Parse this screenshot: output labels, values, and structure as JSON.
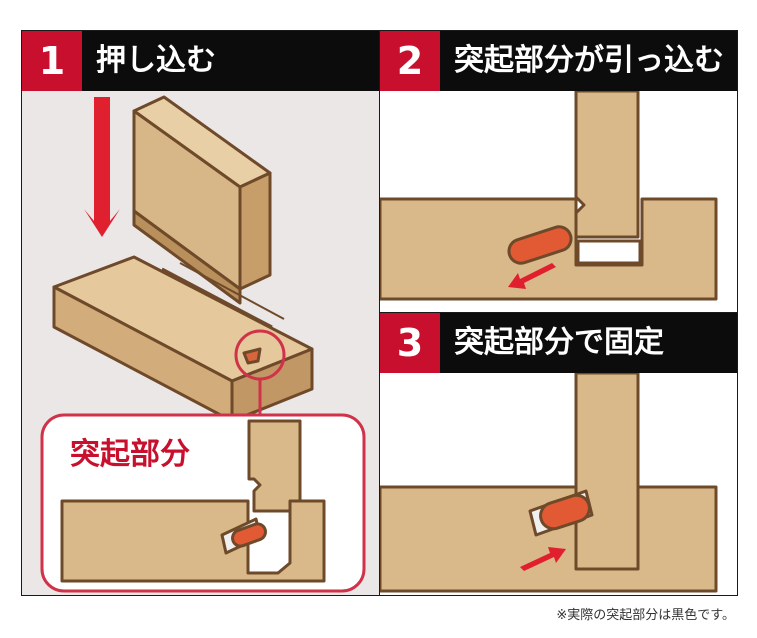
{
  "steps": [
    {
      "number": "1",
      "title": "押し込む"
    },
    {
      "number": "2",
      "title": "突起部分が引っ込む"
    },
    {
      "number": "3",
      "title": "突起部分で固定"
    }
  ],
  "callout": {
    "label": "突起部分"
  },
  "footnote": "※実際の突起部分は黒色です。",
  "colors": {
    "header": "#0c0c0c",
    "accent_red": "#c8102e",
    "wood": "#d9b98a",
    "outline": "#6e4a2a",
    "panel1_bg": "#ebe7e6"
  }
}
